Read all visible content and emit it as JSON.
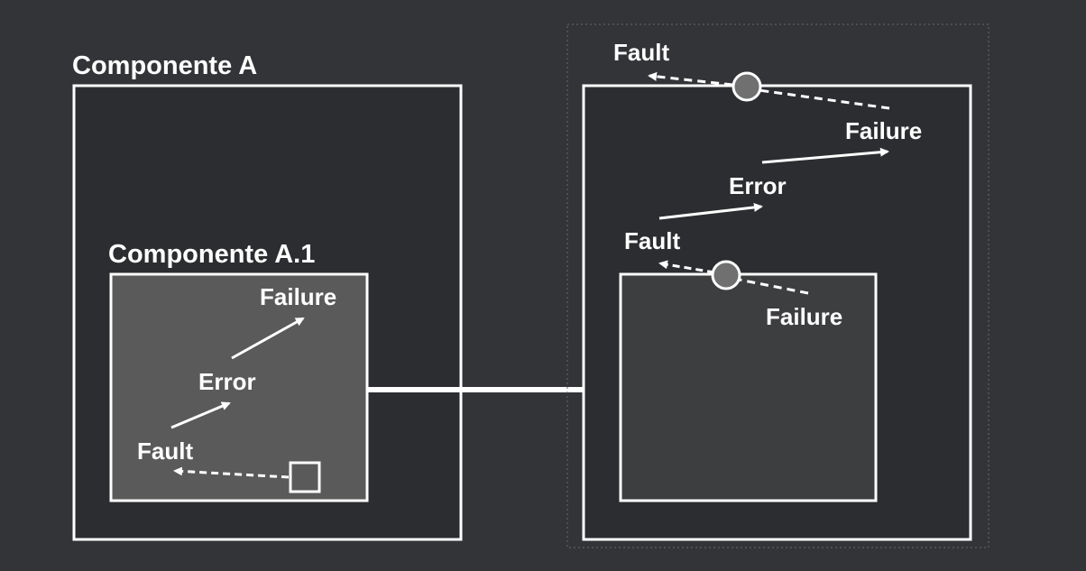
{
  "left": {
    "outer_title": "Componente A",
    "inner_title": "Componente A.1",
    "inner_failure": "Failure",
    "inner_error": "Error",
    "inner_fault": "Fault"
  },
  "right": {
    "top_fault": "Fault",
    "top_failure": "Failure",
    "error": "Error",
    "inner_fault": "Fault",
    "inner_failure": "Failure"
  },
  "colors": {
    "background": "#333437",
    "outer_box": "#2c2d30",
    "inner_box_left": "#5a5a5b",
    "inner_box_right": "#3d3e40",
    "stroke": "#ffffff",
    "marker_fill": "#707070"
  }
}
